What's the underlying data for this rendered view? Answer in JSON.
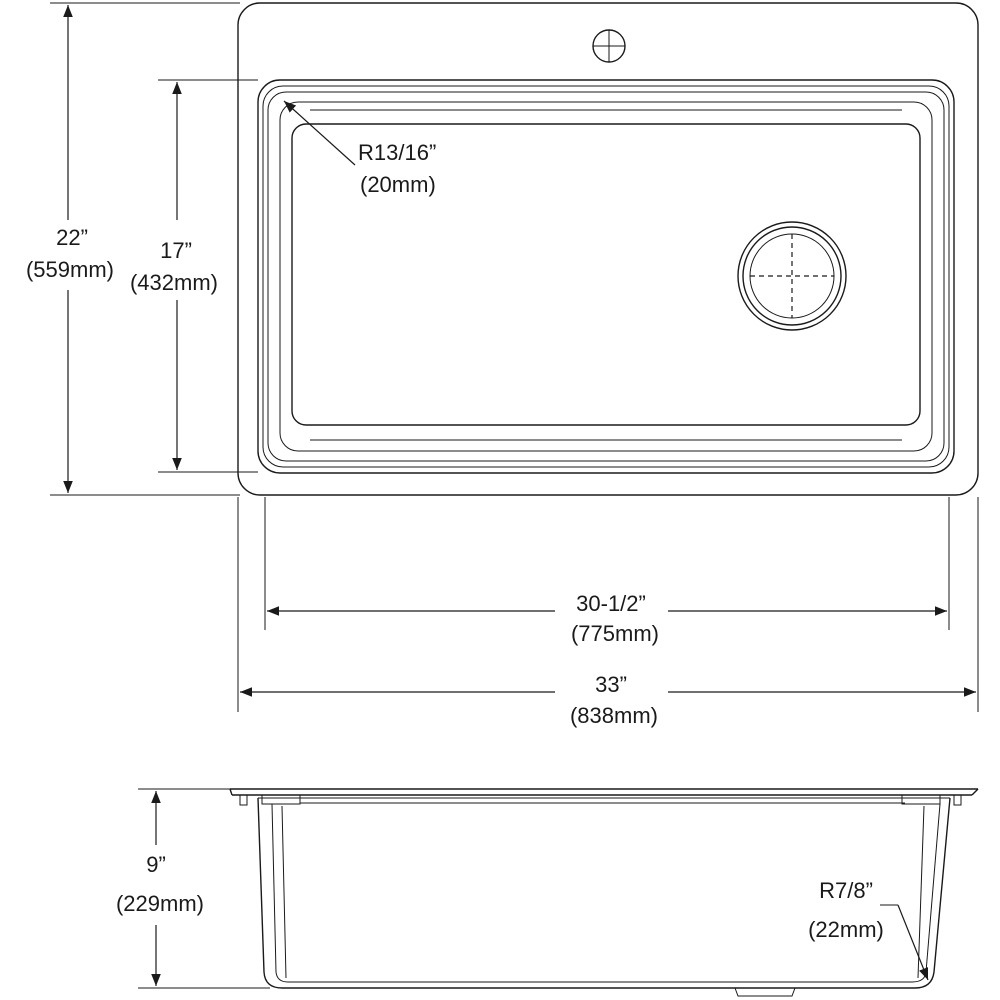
{
  "top_view": {
    "overall_depth": {
      "imperial": "22”",
      "metric": "(559mm)"
    },
    "bowl_depth": {
      "imperial": "17”",
      "metric": "(432mm)"
    },
    "corner_radius": {
      "imperial": "R13/16”",
      "metric": "(20mm)"
    },
    "bowl_width": {
      "imperial": "30-1/2”",
      "metric": "(775mm)"
    },
    "overall_width": {
      "imperial": "33”",
      "metric": "(838mm)"
    }
  },
  "side_view": {
    "bowl_height": {
      "imperial": "9”",
      "metric": "(229mm)"
    },
    "bottom_radius": {
      "imperial": "R7/8”",
      "metric": "(22mm)"
    }
  }
}
